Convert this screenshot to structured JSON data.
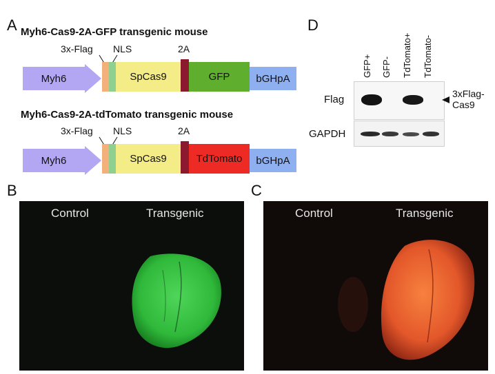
{
  "panels": {
    "A": "A",
    "B": "B",
    "C": "C",
    "D": "D"
  },
  "constructs": [
    {
      "title": "Myh6-Cas9-2A-GFP transgenic mouse",
      "labels": {
        "flag": "3x-Flag",
        "nls": "NLS",
        "twoa": "2A"
      },
      "segments": {
        "promoter": "Myh6",
        "cas9": "SpCas9",
        "reporter": "GFP",
        "polya": "bGHpA"
      },
      "colors": {
        "promoter": "#b3a6f2",
        "flag": "#f2b07a",
        "nls": "#8fcf8f",
        "cas9": "#f4ec86",
        "twoa": "#8b1a2e",
        "reporter": "#5fae2e",
        "polya": "#8fb0f0"
      }
    },
    {
      "title": "Myh6-Cas9-2A-tdTomato transgenic mouse",
      "labels": {
        "flag": "3x-Flag",
        "nls": "NLS",
        "twoa": "2A"
      },
      "segments": {
        "promoter": "Myh6",
        "cas9": "SpCas9",
        "reporter": "TdTomato",
        "polya": "bGHpA"
      },
      "colors": {
        "promoter": "#b3a6f2",
        "flag": "#f2b07a",
        "nls": "#8fcf8f",
        "cas9": "#f4ec86",
        "twoa": "#8b1a2e",
        "reporter": "#ee2a24",
        "polya": "#8fb0f0"
      }
    }
  ],
  "western": {
    "lanes": [
      "GFP+",
      "GFP-",
      "TdTomato+",
      "TdTomato-"
    ],
    "rows": [
      "Flag",
      "GAPDH"
    ],
    "annotation": "3xFlag-\nCas9",
    "annotation_line1": "3xFlag-",
    "annotation_line2": "Cas9"
  },
  "photos": {
    "B": {
      "left": "Control",
      "right": "Transgenic",
      "color": "#2fc23a"
    },
    "C": {
      "left": "Control",
      "right": "Transgenic",
      "color": "#e3572a"
    }
  }
}
